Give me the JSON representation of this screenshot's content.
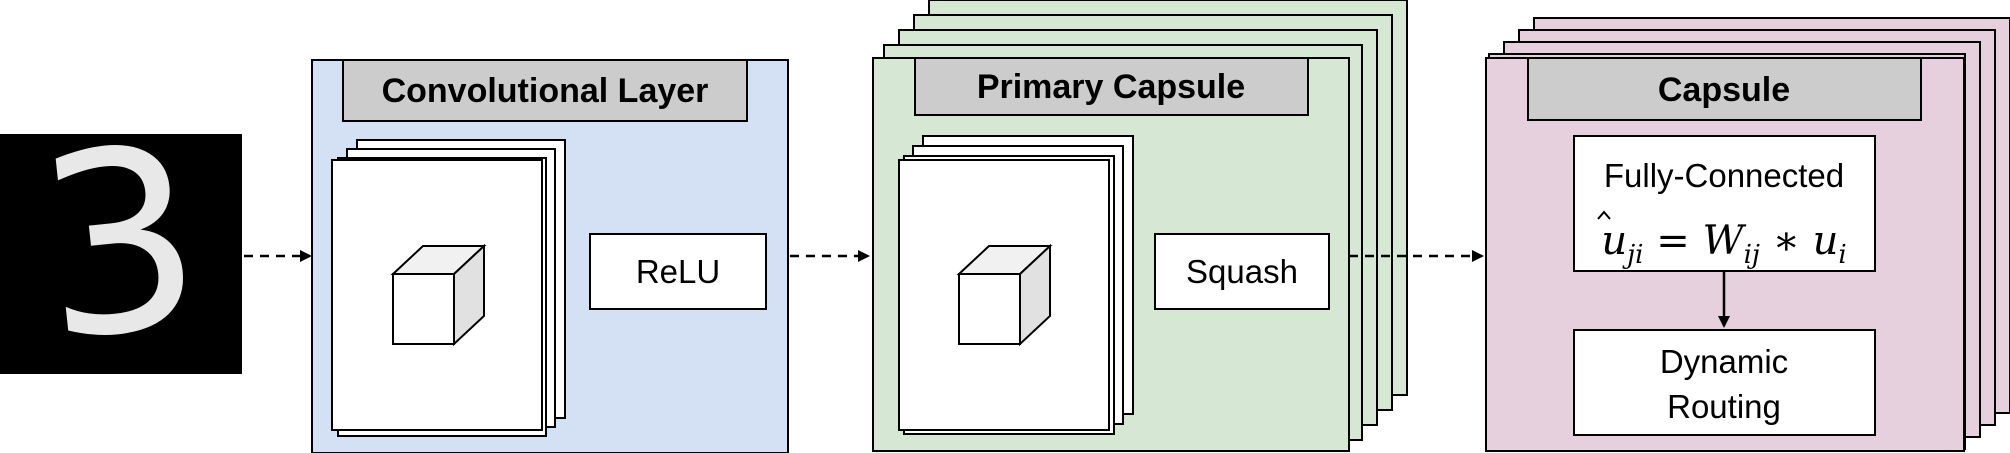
{
  "input": {
    "digit_glyph": "3"
  },
  "conv_layer": {
    "title": "Convolutional Layer",
    "activation": "ReLU"
  },
  "primary_capsule": {
    "title": "Primary Capsule",
    "activation": "Squash"
  },
  "capsule": {
    "title": "Capsule",
    "fc_label": "Fully-Connected",
    "fc_formula": {
      "u": "u",
      "sub_ji": "ji",
      "W": "W",
      "sub_ij": "ij",
      "ui": "u",
      "sub_i": "i"
    },
    "routing_line1": "Dynamic",
    "routing_line2": "Routing"
  },
  "colors": {
    "conv_fill": "#d4e1f4",
    "primary_fill": "#d6e8d4",
    "capsule_fill": "#e6d0de",
    "title_fill": "#cccccc",
    "cube_top": "#f1f1f1",
    "cube_side": "#e1e1e1"
  }
}
